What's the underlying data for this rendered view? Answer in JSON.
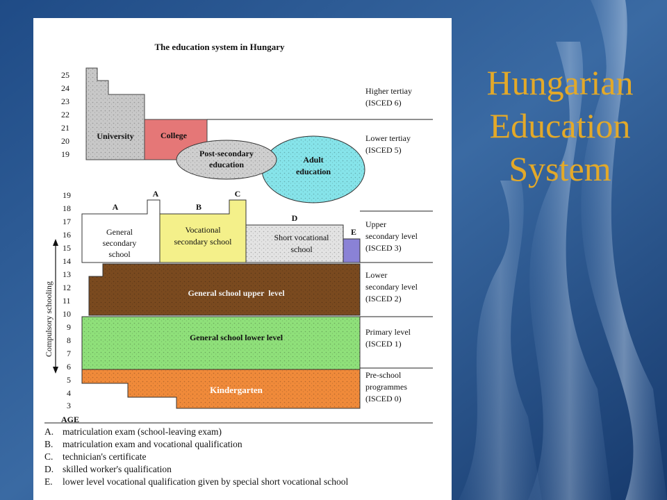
{
  "slide": {
    "title_lines": [
      "Hungarian",
      "Education",
      "System"
    ],
    "background_color": "#2c5a92",
    "title_color": "#e3a929"
  },
  "diagram": {
    "title": "The education system in Hungary",
    "upper_ages": [
      "25",
      "24",
      "23",
      "22",
      "21",
      "20",
      "19"
    ],
    "lower_ages": [
      "19",
      "18",
      "17",
      "16",
      "15",
      "14",
      "13",
      "12",
      "11",
      "10",
      "9",
      "8",
      "7",
      "6",
      "5",
      "4",
      "3"
    ],
    "age_label": "AGE",
    "compulsory_label": "Compulsory schooling",
    "blocks": {
      "university": "University",
      "college": "College",
      "post_secondary": [
        "Post-secondary",
        "education"
      ],
      "adult": [
        "Adult",
        "education"
      ],
      "general_secondary": [
        "General",
        "secondary",
        "school"
      ],
      "vocational_secondary": [
        "Vocational",
        "secondary school"
      ],
      "short_vocational": [
        "Short vocational",
        "school"
      ],
      "general_upper": "General school upper  level",
      "general_lower": "General school lower level",
      "kindergarten": "Kindergarten"
    },
    "track_letters": {
      "a1": "A",
      "a2": "A",
      "b": "B",
      "c": "C",
      "d": "D",
      "e": "E"
    },
    "levels": {
      "higher_tertiary": [
        "Higher tertiay",
        "(ISCED 6)"
      ],
      "lower_tertiary": [
        "Lower tertiay",
        "(ISCED 5)"
      ],
      "upper_secondary": [
        "Upper",
        "secondary level",
        "(ISCED 3)"
      ],
      "lower_secondary": [
        "Lower",
        "secondary level",
        "(ISCED 2)"
      ],
      "primary": [
        "Primary level",
        "(ISCED 1)"
      ],
      "pre_school": [
        "Pre-school",
        "programmes",
        "(ISCED 0)"
      ]
    },
    "legend": [
      {
        "key": "A.",
        "text": "matriculation exam (school-leaving exam)"
      },
      {
        "key": "B.",
        "text": "matriculation exam and vocational qualification"
      },
      {
        "key": "C.",
        "text": "technician's certificate"
      },
      {
        "key": "D.",
        "text": "skilled worker's qualification"
      },
      {
        "key": "E.",
        "text": "lower level vocational qualification given by special short vocational school"
      }
    ],
    "colors": {
      "university": "#c8c8c8",
      "college": "#e57777",
      "post_secondary": "#cfcfcf",
      "adult": "#86e4ea",
      "vocational": "#f4f08a",
      "short_vocational": "#e3e3e3",
      "special_e": "#8a82d6",
      "upper_level": "#7a4a1f",
      "lower_level": "#8fe07a",
      "kindergarten": "#f08a3a"
    }
  }
}
